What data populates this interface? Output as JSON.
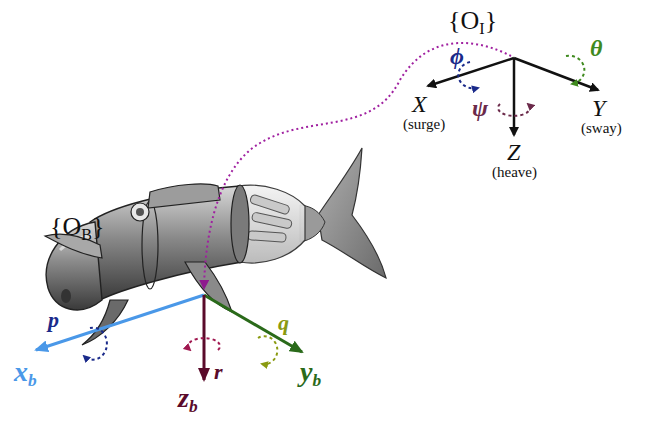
{
  "diagram": {
    "labels": [
      "{O",
      "I",
      "}",
      "X",
      "(surge)",
      "Y",
      "(sway)",
      "Z",
      "(heave)",
      "ϕ",
      "θ",
      "ψ",
      "{O",
      "B",
      "}",
      "p",
      "q",
      "r",
      "x",
      "b",
      "y",
      "b",
      "z",
      "b"
    ]
  }
}
